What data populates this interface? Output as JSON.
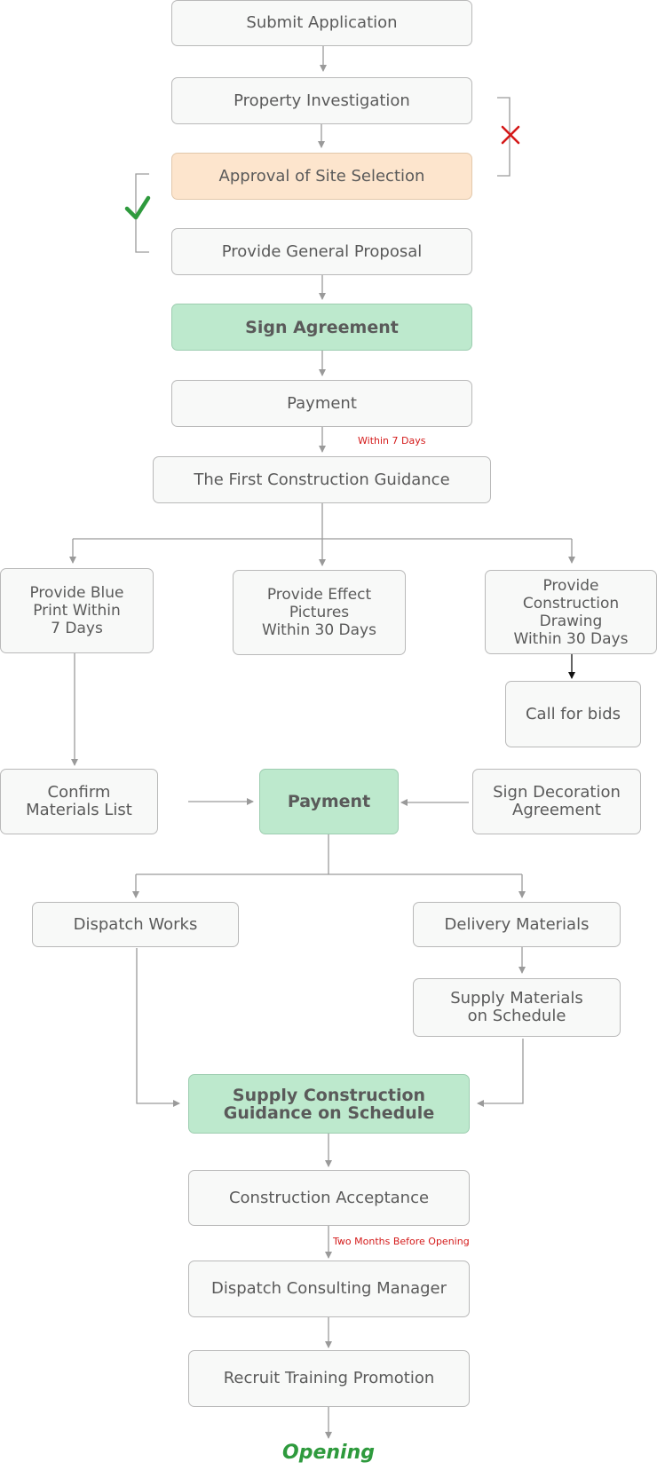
{
  "steps": {
    "submit": "Submit Application",
    "investigation": "Property Investigation",
    "approval": "Approval of Site Selection",
    "proposal": "Provide General Proposal",
    "sign": "Sign Agreement",
    "payment1": "Payment",
    "guidance": "The First Construction Guidance",
    "blueprint": "Provide Blue\nPrint Within\n7 Days",
    "effect": "Provide Effect\nPictures\nWithin 30 Days",
    "drawing": "Provide\nConstruction\nDrawing\nWithin 30 Days",
    "bids": "Call for bids",
    "materials_list": "Confirm\nMaterials List",
    "payment2": "Payment",
    "decoration": "Sign Decoration\nAgreement",
    "dispatch_works": "Dispatch Works",
    "delivery": "Delivery Materials",
    "supply_materials": "Supply Materials\non Schedule",
    "supply_guidance": "Supply Construction\nGuidance on Schedule",
    "acceptance": "Construction Acceptance",
    "consulting": "Dispatch Consulting Manager",
    "recruit": "Recruit Training Promotion",
    "opening": "Opening"
  },
  "notes": {
    "within7": "Within 7 Days",
    "two_months": "Two Months Before Opening"
  },
  "colors": {
    "box_fill": "#f8f9f8",
    "box_border": "#b9b9b9",
    "highlight_orange": "#fde5cd",
    "highlight_green": "#bde9cd",
    "connector": "#9a9a9a",
    "reject": "#d41a1a",
    "accept": "#2e9a3d"
  },
  "icons": {
    "reject": "cross-icon",
    "accept": "check-icon"
  }
}
